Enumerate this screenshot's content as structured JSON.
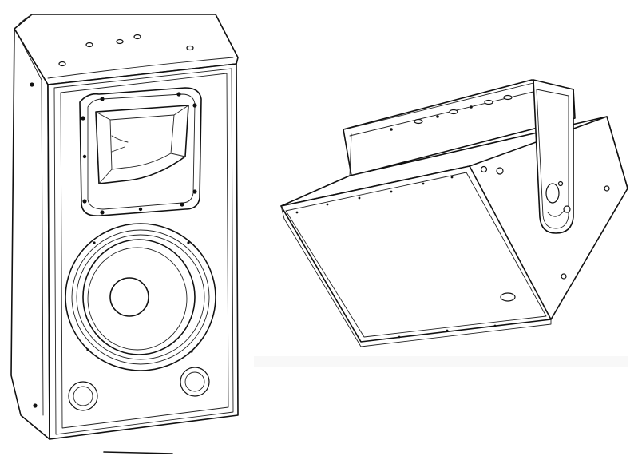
{
  "figure": {
    "views": [
      {
        "id": "front-view",
        "icon": "speaker-front-view-illustration"
      },
      {
        "id": "ceiling-mount-view",
        "icon": "speaker-bracket-mount-illustration"
      }
    ]
  }
}
